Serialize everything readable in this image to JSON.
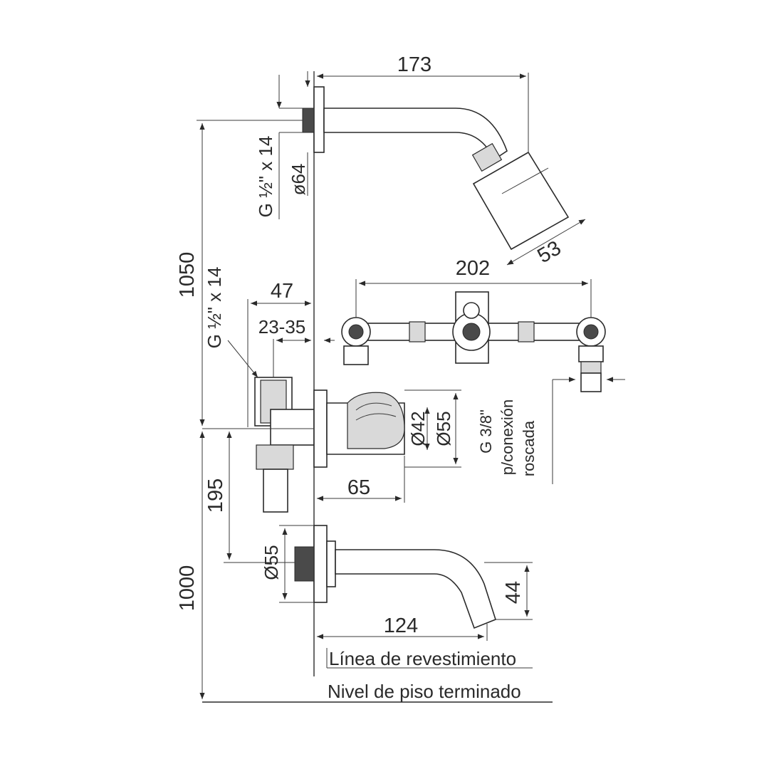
{
  "dimensions": {
    "shower_arm_length": "173",
    "shower_thread": "G ½\" x 14",
    "shower_flange_diameter": "ø64",
    "shower_head_depth": "53",
    "mixer_width": "202",
    "total_height_upper": "1050",
    "valve_thread": "G ½\" x 14",
    "valve_depth": "47",
    "valve_adjust_range": "23-35",
    "handle_inner_diameter": "Ø42",
    "handle_outer_diameter": "Ø55",
    "handle_projection": "65",
    "spout_offset": "195",
    "spout_flange_diameter": "Ø55",
    "spout_height": "44",
    "spout_length": "124",
    "total_height_lower": "1000"
  },
  "labels": {
    "connection_note_line1": "G 3/8\"",
    "connection_note_line2": "p/conexión",
    "connection_note_line3": "roscada",
    "wall_line": "Línea de revestimiento",
    "floor_line": "Nivel de piso terminado"
  }
}
